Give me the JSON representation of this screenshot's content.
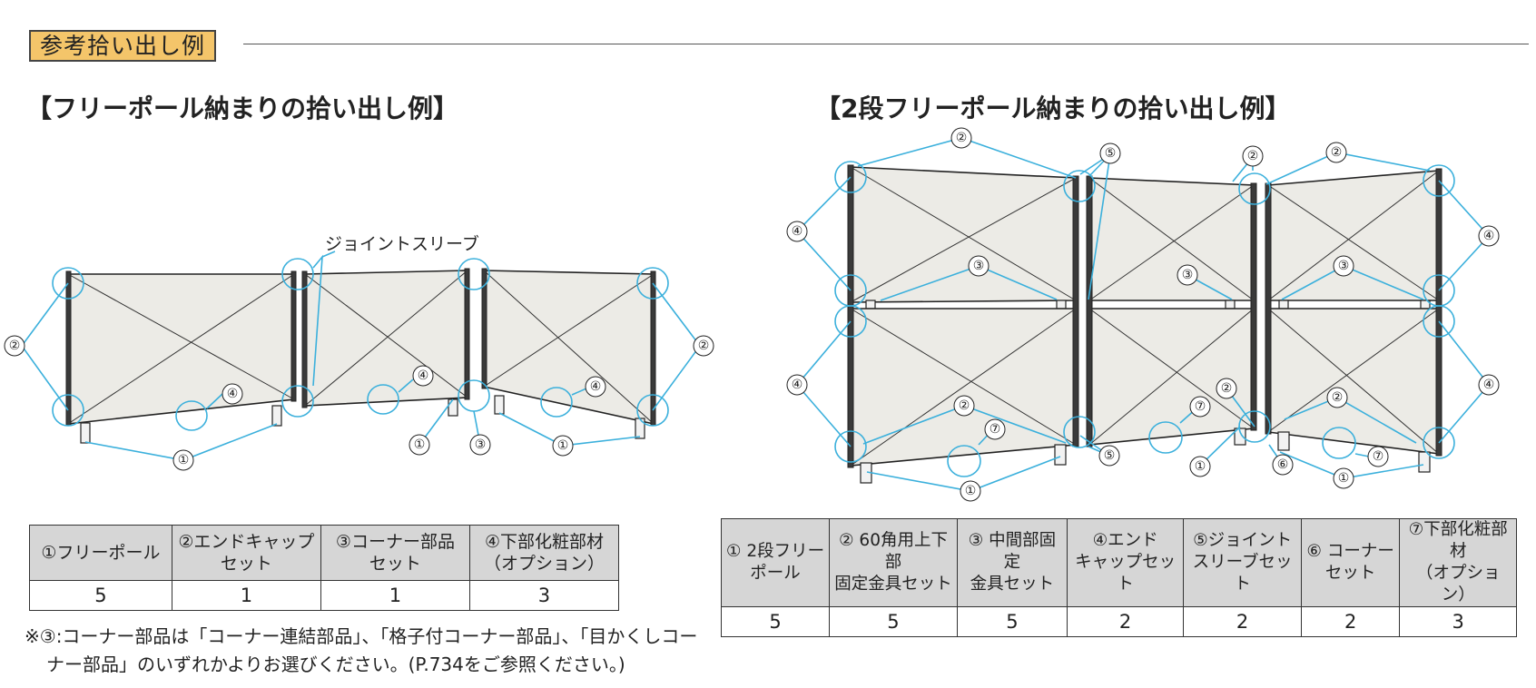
{
  "header": {
    "badge": "参考拾い出し例"
  },
  "left": {
    "title": "【フリーポール納まりの拾い出し例】",
    "callout": "ジョイントスリーブ",
    "markers": [
      "②",
      "①",
      "④",
      "④",
      "④",
      "①",
      "③",
      "①",
      "②"
    ],
    "table": {
      "headers": [
        "①フリーポール",
        "②エンドキャップ\nセット",
        "③コーナー部品\nセット",
        "④下部化粧部材\n（オプション）"
      ],
      "values": [
        "5",
        "1",
        "1",
        "3"
      ]
    }
  },
  "right": {
    "title": "【2段フリーポール納まりの拾い出し例】",
    "markers": [
      "②",
      "⑤",
      "②",
      "②",
      "④",
      "④",
      "③",
      "③",
      "③",
      "④",
      "④",
      "②",
      "②",
      "②",
      "⑦",
      "⑦",
      "⑦",
      "⑤",
      "①",
      "⑥",
      "①",
      "①"
    ],
    "table": {
      "headers": [
        "① 2段フリー\nポール",
        "② 60角用上下部\n固定金具セット",
        "③ 中間部固定\n金具セット",
        "④エンド\nキャップセット",
        "⑤ジョイント\nスリーブセット",
        "⑥ コーナー\nセット",
        "⑦下部化粧部材\n（オプション）"
      ],
      "values": [
        "5",
        "5",
        "5",
        "2",
        "2",
        "2",
        "3"
      ]
    }
  },
  "note": {
    "line1": "※③:コーナー部品は「コーナー連結部品」、「格子付コーナー部品」、「目かくしコー",
    "line2": "ナー部品」のいずれかよりお選びください。(P.734をご参照ください。)"
  },
  "colors": {
    "leader": "#3bb0dc",
    "panel": "#ecebe6",
    "badge": "#f4c56a"
  }
}
